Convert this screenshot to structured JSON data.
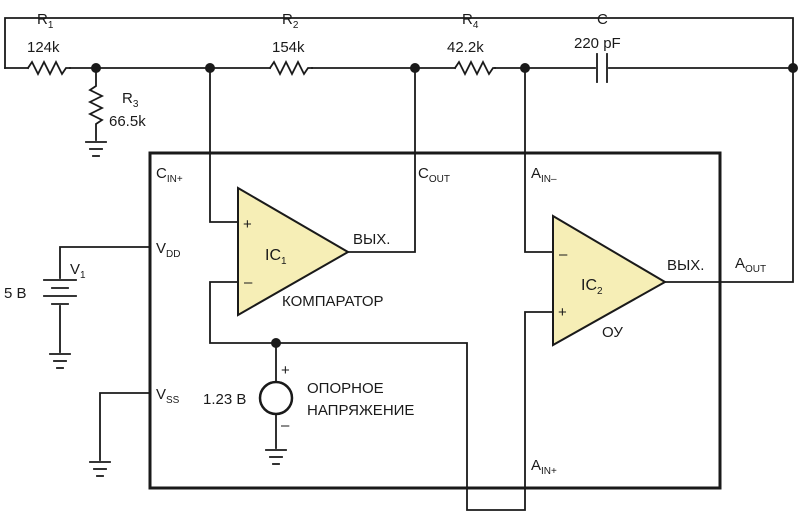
{
  "components": {
    "r1": {
      "name": "R",
      "sub": "1",
      "value": "124k"
    },
    "r2": {
      "name": "R",
      "sub": "2",
      "value": "154k"
    },
    "r3": {
      "name": "R",
      "sub": "3",
      "value": "66.5k"
    },
    "r4": {
      "name": "R",
      "sub": "4",
      "value": "42.2k"
    },
    "c": {
      "name": "C",
      "value": "220 pF"
    },
    "v1": {
      "name": "V",
      "sub": "1",
      "value": "5 В"
    },
    "vref": {
      "value": "1.23 В",
      "line1": "ОПОРНОЕ",
      "line2": "НАПРЯЖЕНИЕ",
      "plus": "+",
      "minus": "–"
    }
  },
  "pins": {
    "cin": {
      "main": "C",
      "sub": "IN+"
    },
    "cout": {
      "main": "C",
      "sub": "OUT"
    },
    "ain_minus": {
      "main": "A",
      "sub": "IN–"
    },
    "ain_plus": {
      "main": "A",
      "sub": "IN+"
    },
    "vdd": {
      "main": "V",
      "sub": "DD"
    },
    "vss": {
      "main": "V",
      "sub": "SS"
    },
    "aout": {
      "main": "A",
      "sub": "OUT"
    }
  },
  "ic1": {
    "name": "IC",
    "sub": "1",
    "plus": "+",
    "minus": "–",
    "out": "ВЫХ.",
    "caption": "КОМПАРАТОР"
  },
  "ic2": {
    "name": "IC",
    "sub": "2",
    "plus": "+",
    "minus": "–",
    "out": "ВЫХ.",
    "caption": "ОУ"
  }
}
